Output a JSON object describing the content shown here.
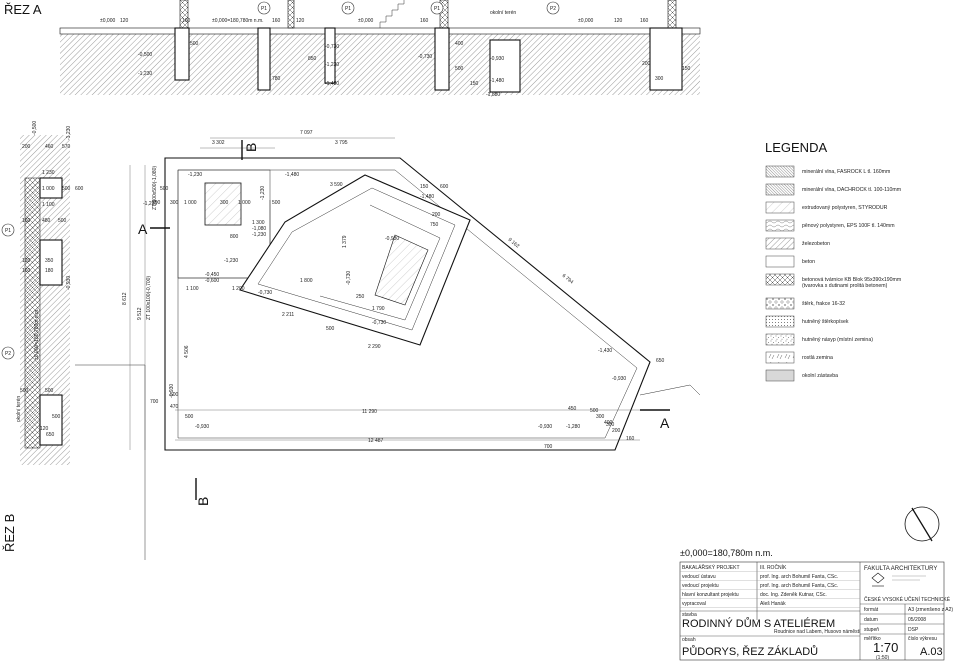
{
  "sheet": {
    "section_a_title": "ŘEZ A",
    "section_b_title": "ŘEZ B",
    "datum_note": "±0,000=180,780m n.m.",
    "north_arrow": "north-arrow-icon"
  },
  "section_a": {
    "levels": [
      "±0,000",
      "±0,000=180,780m n.m.",
      "±0,000",
      "±0,000",
      "-0,500",
      "-1,230",
      "-0,730",
      "-1,230",
      "-1,480",
      "-0,730",
      "-0,930",
      "-1,480",
      "-1,880"
    ],
    "dims": [
      "120",
      "160",
      "500",
      "160",
      "120",
      "780",
      "850",
      "160",
      "400",
      "500",
      "150",
      "120",
      "160",
      "200",
      "300",
      "150"
    ],
    "grid_labels": [
      "P1",
      "P1",
      "P1",
      "P2"
    ],
    "terrain_label": "okolní terén"
  },
  "section_b": {
    "levels": [
      "-0,500",
      "-1,230",
      "-0,930",
      "±0,000=180,780m n.m."
    ],
    "dims": [
      "200",
      "460",
      "570",
      "1 230",
      "1 000",
      "500",
      "600",
      "1 100",
      "160",
      "480",
      "500",
      "120",
      "350",
      "600",
      "160",
      "180",
      "500",
      "500",
      "120",
      "500",
      "650"
    ],
    "grid_labels": [
      "P1",
      "P2"
    ],
    "terrain_label": "okolní terén"
  },
  "plan": {
    "section_marks": [
      "A",
      "A",
      "B",
      "B"
    ],
    "overall_dims": [
      "7 097",
      "3 302",
      "3 795",
      "3 590",
      "11 290",
      "12 487",
      "9 162",
      "6 794",
      "8 612",
      "9 512",
      "4 506",
      "2 290",
      "1 100",
      "1 200",
      "1 800",
      "2 211",
      "1 379",
      "1 790"
    ],
    "level_labels": [
      "-1,230",
      "-1,480",
      "-1,230",
      "-1,230",
      "-0,930",
      "-0,930",
      "-0,930",
      "-1,280",
      "-0,930",
      "-0,450",
      "-0,600",
      "-1,480",
      "-0,730",
      "-0,730",
      "-1,230",
      "-0,730",
      "-1,430",
      "-0,930"
    ],
    "small_dims": [
      "200",
      "300",
      "1 000",
      "500",
      "300",
      "1 000",
      "1 300",
      "-1,080",
      "-1,230",
      "800",
      "500",
      "700",
      "450",
      "500",
      "300",
      "400",
      "470",
      "500",
      "700",
      "500",
      "150",
      "200",
      "500",
      "650",
      "600",
      "160",
      "250",
      "300",
      "200",
      "750"
    ],
    "vertical_notes": [
      "ZT 500x500(-1,080)",
      "ZT 100x100(-0,700)"
    ]
  },
  "legend": {
    "title": "LEGENDA",
    "items": [
      {
        "label": "minerální vlna, FASROCK L tl. 160mm",
        "pattern": "hatch-dense"
      },
      {
        "label": "minerální vlna, DACHROCK tl. 100-110mm",
        "pattern": "hatch-dense"
      },
      {
        "label": "extrudovaný polystyren, STYRODUR",
        "pattern": "diag-light"
      },
      {
        "label": "pěnový polystyren, EPS 100F tl. 140mm",
        "pattern": "wave"
      },
      {
        "label": "železobeton",
        "pattern": "diag"
      },
      {
        "label": "beton",
        "pattern": "blank"
      },
      {
        "label": "betonová tvárnice KB Blok 95x390x190mm (tvarovka s dutinami prolitá betonem)",
        "pattern": "cross-diag"
      },
      {
        "label": "štěrk, frakce 16-32",
        "pattern": "gravel"
      },
      {
        "label": "hutněný štěrkopísek",
        "pattern": "dots"
      },
      {
        "label": "hutněný násyp (místní zemina)",
        "pattern": "speckle"
      },
      {
        "label": "rostlá zemina",
        "pattern": "earth"
      },
      {
        "label": "okolní zástavba",
        "pattern": "gray"
      }
    ]
  },
  "title_block": {
    "rows": [
      {
        "label": "BAKALÁŘSKÝ PROJEKT",
        "value": "III. ROČNÍK"
      },
      {
        "label": "vedoucí ústavu",
        "value": "prof. Ing. arch Bohumil Fanta, CSc."
      },
      {
        "label": "vedoucí projektu",
        "value": "prof. Ing. arch Bohumil Fanta, CSc."
      },
      {
        "label": "hlavní konzultant projektu",
        "value": "doc. Ing. Zdeněk Kutnar, CSc."
      },
      {
        "label": "vypracoval",
        "value": "Aleš Hanák"
      }
    ],
    "faculty": "FAKULTA ARCHITEKTURY",
    "school": "ČESKÉ VYSOKÉ UČENÍ TECHNICKÉ",
    "stavba_label": "stavba",
    "stavba_name": "RODINNÝ DŮM S ATELIÉREM",
    "stavba_place": "Roudnice nad Labem, Husovo náměstí",
    "obsah_label": "obsah",
    "obsah_name": "PŮDORYS, ŘEZ ZÁKLADŮ",
    "format_label": "formát",
    "format_value": "A3 (zmenšeno z A2)",
    "datum_label": "datum",
    "datum_value": "05/2008",
    "stupen_label": "stupeň",
    "stupen_value": "DSP",
    "meritko_label": "měřítko",
    "meritko_value": "1:70",
    "meritko_sub": "(1:50)",
    "cislo_label": "číslo výkresu",
    "cislo_value": "A.03"
  }
}
